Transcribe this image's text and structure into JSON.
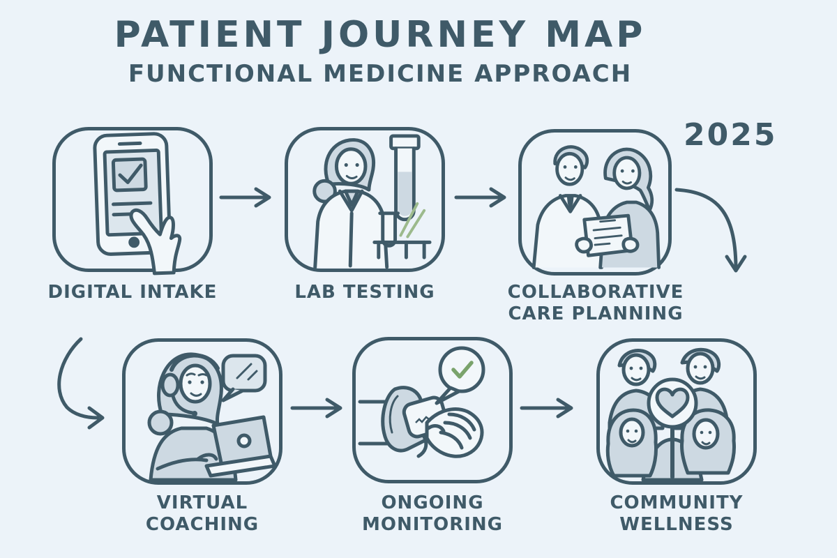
{
  "title": "PATIENT JOURNEY MAP",
  "subtitle": "FUNCTIONAL MEDICINE APPROACH",
  "year": "2025",
  "colors": {
    "background": "#ecf3f9",
    "ink": "#3f5a68",
    "shade": "#cdd9e2",
    "light": "#f2f7fa",
    "green": "#7aa36b"
  },
  "steps": [
    {
      "id": "digital-intake",
      "icon": "smartphone-check-icon",
      "label_lines": [
        "DIGITAL INTAKE"
      ]
    },
    {
      "id": "lab-testing",
      "icon": "lab-scientist-testtube-icon",
      "label_lines": [
        "LAB TESTING"
      ]
    },
    {
      "id": "collaborative-care-planning",
      "icon": "doctor-patient-plan-icon",
      "label_lines": [
        "COLLABORATIVE",
        "CARE PLANNING"
      ]
    },
    {
      "id": "virtual-coaching",
      "icon": "coach-headset-laptop-icon",
      "label_lines": [
        "VIRTUAL",
        "COACHING"
      ]
    },
    {
      "id": "ongoing-monitoring",
      "icon": "smartwatch-wrist-icon",
      "label_lines": [
        "ONGOING",
        "MONITORING"
      ]
    },
    {
      "id": "community-wellness",
      "icon": "family-heart-sign-icon",
      "label_lines": [
        "COMMUNITY",
        "WELLNESS"
      ]
    }
  ],
  "connectors": [
    {
      "from": "digital-intake",
      "to": "lab-testing",
      "type": "straight-right-arrow"
    },
    {
      "from": "lab-testing",
      "to": "collaborative-care-planning",
      "type": "straight-right-arrow"
    },
    {
      "from": "collaborative-care-planning",
      "to": "second-row",
      "type": "curved-down-arrow-right-side"
    },
    {
      "from": "first-row",
      "to": "virtual-coaching",
      "type": "curved-down-arrow-left-side"
    },
    {
      "from": "virtual-coaching",
      "to": "ongoing-monitoring",
      "type": "straight-right-arrow"
    },
    {
      "from": "ongoing-monitoring",
      "to": "community-wellness",
      "type": "straight-right-arrow"
    }
  ]
}
